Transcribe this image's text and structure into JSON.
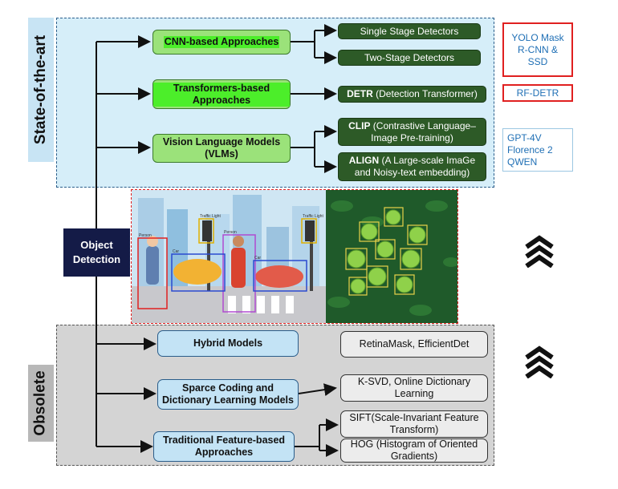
{
  "sections": {
    "sota": "State-of-the-art",
    "obsolete": "Obsolete"
  },
  "center": {
    "label": "Object Detection"
  },
  "sota": {
    "cnn": {
      "label": "CNN-based Approaches",
      "children": [
        "Single Stage Detectors",
        "Two-Stage Detectors"
      ],
      "examples": "YOLO Mask R-CNN & SSD"
    },
    "transformers": {
      "label": "Transformers-based Approaches",
      "child_bold": "DETR",
      "child_rest": " (Detection Transformer)",
      "examples": "RF-DETR"
    },
    "vlm": {
      "label": "Vision Language Models (VLMs)",
      "clip_bold": "CLIP",
      "clip_rest": " (Contrastive Language–Image Pre-training)",
      "align_bold": "ALIGN",
      "align_rest": " (A Large-scale ImaGe and Noisy-text embedding)",
      "examples": [
        "GPT-4V",
        "Florence 2",
        "QWEN"
      ]
    }
  },
  "obsolete": {
    "hybrid": {
      "label": "Hybrid Models",
      "child": "RetinaMask, EfficientDet"
    },
    "sparse": {
      "label": "Sparce Coding and Dictionary Learning Models",
      "child": "K-SVD, Online Dictionary Learning"
    },
    "traditional": {
      "label": "Traditional Feature-based Approaches",
      "children": [
        "SIFT(Scale-Invariant Feature Transform)",
        "HOG (Histogram of Oriented Gradients)"
      ]
    }
  },
  "illustration": {
    "street_tags": [
      "Traffic Light",
      "Traffic Light",
      "Person",
      "Person",
      "Car",
      "Car"
    ]
  },
  "colors": {
    "sota_bg": "#d6eef9",
    "obsolete_bg": "#d4d4d4",
    "green_pill": "#9be27a",
    "dark_green": "#2d5a27",
    "highlight": "#4cee2a",
    "navy": "#141b47",
    "red": "#e02020",
    "link_blue": "#1f6fb5"
  },
  "icons": [
    "chevrons-up-icon",
    "chevrons-up-icon"
  ]
}
